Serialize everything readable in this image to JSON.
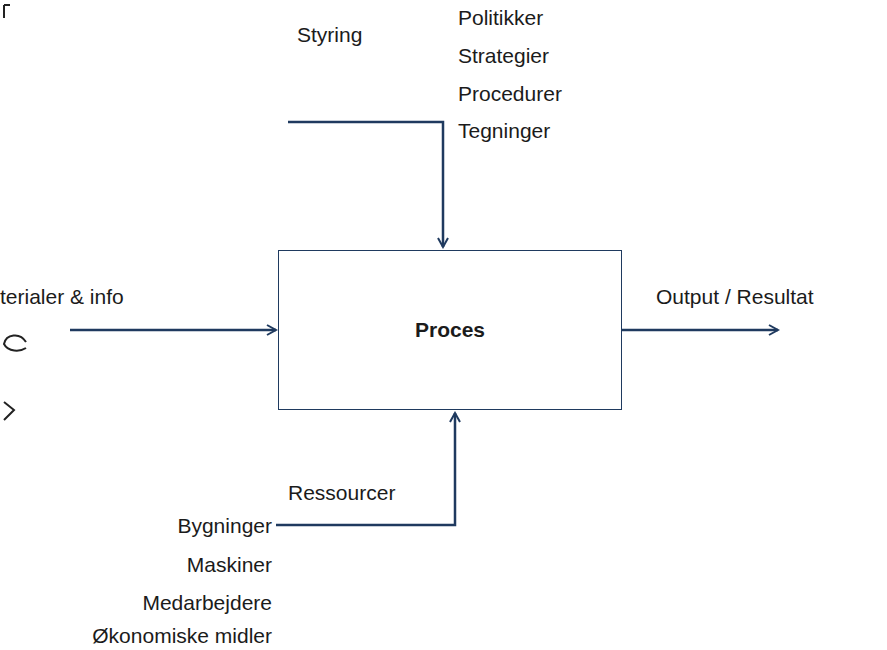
{
  "diagram": {
    "nodes": [
      {
        "text": [
          "Proces"
        ]
      }
    ],
    "labels": [
      "Styring",
      "Politikker",
      "Strategier",
      "Procedurer",
      "Tegninger",
      "terialer & info",
      "Output / Resultat",
      "Ressourcer",
      "Bygninger",
      "Maskiner",
      "Medarbejdere",
      "Økonomiske midler"
    ]
  }
}
